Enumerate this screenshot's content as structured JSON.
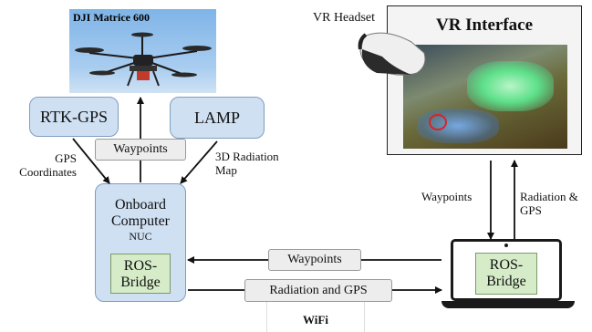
{
  "drone": {
    "title": "DJI Matrice 600"
  },
  "vr": {
    "headset_label": "VR Headset",
    "interface_title": "VR Interface"
  },
  "nodes": {
    "rtk_gps": "RTK-GPS",
    "lamp": "LAMP",
    "onboard_line1": "Onboard",
    "onboard_line2": "Computer",
    "onboard_nuc": "NUC",
    "ros_bridge_line1": "ROS-",
    "ros_bridge_line2": "Bridge"
  },
  "edges": {
    "waypoints_top": "Waypoints",
    "gps_line1": "GPS",
    "gps_line2": "Coordinates",
    "radmap_line1": "3D Radiation",
    "radmap_line2": "Map",
    "waypoints_vr": "Waypoints",
    "radiation_line1": "Radiation &",
    "radiation_line2": "GPS",
    "waypoints_bottom": "Waypoints",
    "radiation_gps_bottom": "Radiation and GPS"
  },
  "network": {
    "label": "WiFi"
  },
  "colors": {
    "sky": "#7eb6ea",
    "blue_box": "#cfe0f3",
    "grey_box": "#ededed",
    "green_box": "#d6ecc9"
  }
}
